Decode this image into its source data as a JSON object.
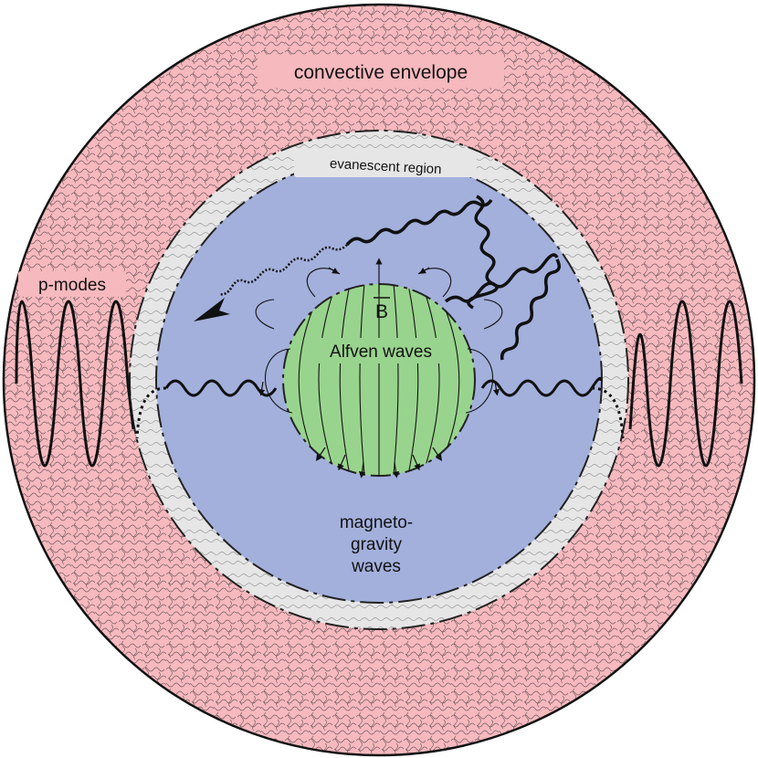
{
  "labels": {
    "convective_envelope": "convective envelope",
    "evanescent_region": "evanescent region",
    "p_modes": "p-modes",
    "b_field": "B",
    "alfven_waves": "Alfven waves",
    "magneto_gravity_line1": "magneto-",
    "magneto_gravity_line2": "gravity",
    "magneto_gravity_line3": "waves"
  },
  "colors": {
    "convective_envelope": "#f6b9be",
    "evanescent_region": "#e6e6e6",
    "radiative_core": "#a3b0dc",
    "magnetic_core": "#99d48e",
    "outline": "#111111",
    "turbulence_texture": "#5a4a50"
  }
}
